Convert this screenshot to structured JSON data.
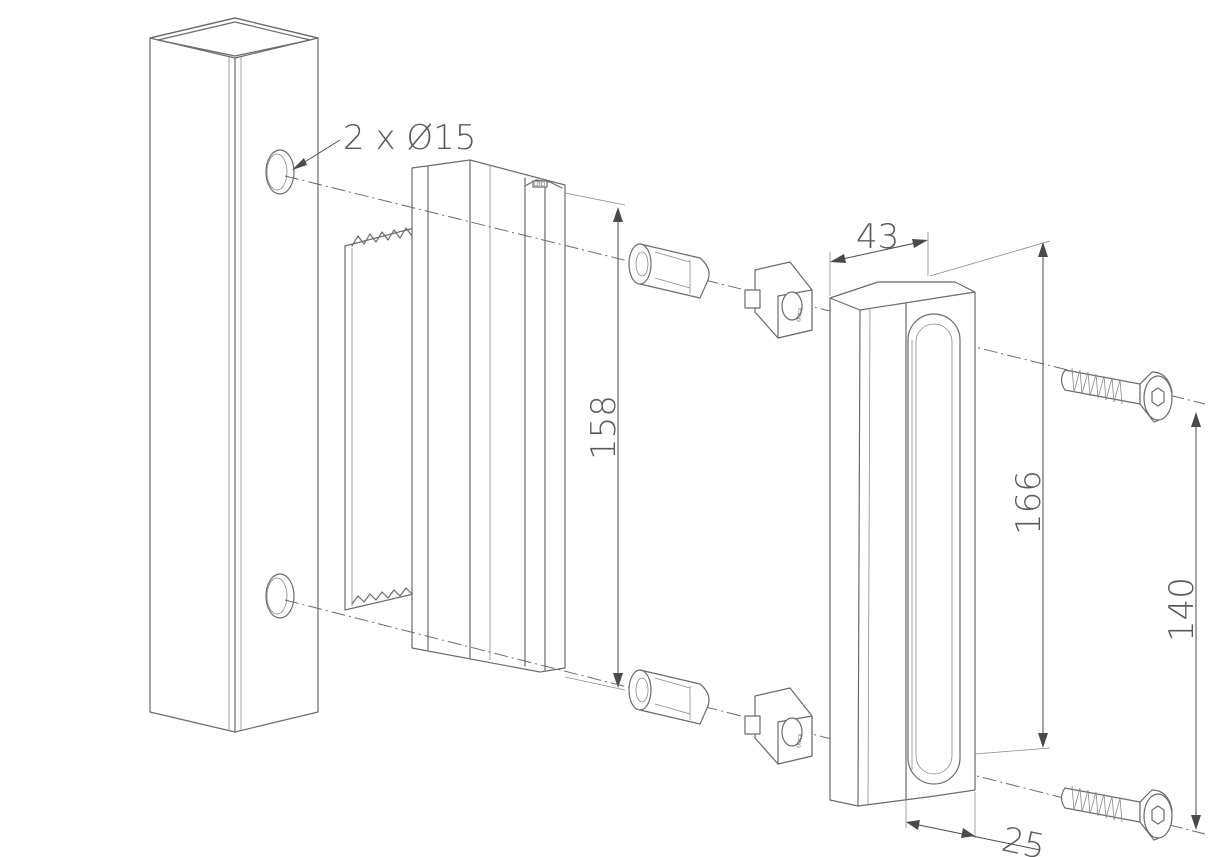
{
  "annotations": {
    "holes_label": "2 x Ø15",
    "dim_158": "158",
    "dim_43": "43",
    "dim_166": "166",
    "dim_140": "140",
    "dim_25": "25"
  },
  "colors": {
    "line": "#6b6b6b",
    "text": "#5a5a5a",
    "background": "#ffffff"
  }
}
